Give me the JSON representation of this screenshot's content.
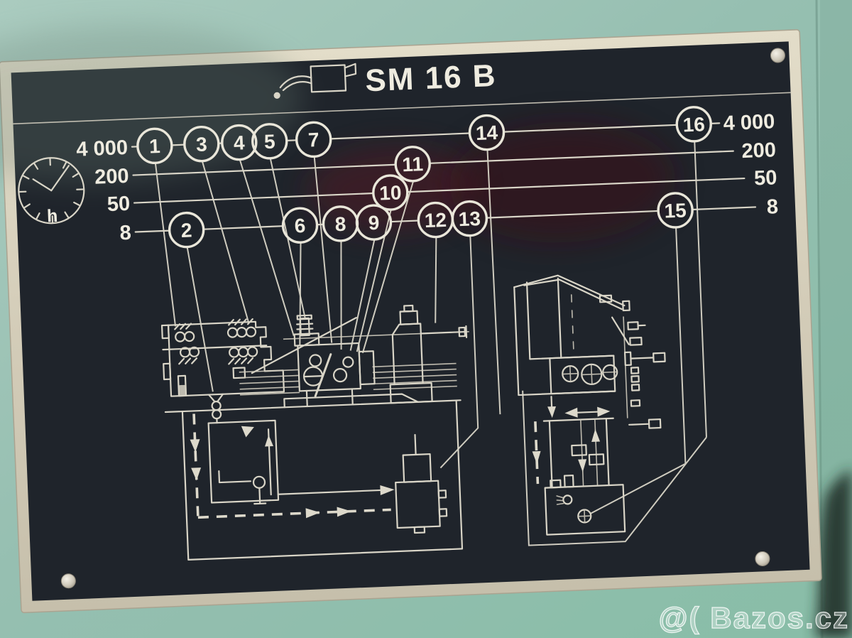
{
  "colors": {
    "machine_teal": "#93bcae",
    "plate_black": "#1f242b",
    "plate_edge_beige": "#d6cfbb",
    "linework_white": "#d9d5c7",
    "label_white": "#efece0"
  },
  "plate": {
    "title": "SM 16 B",
    "hours_unit": "h",
    "icons": [
      "oil-can-icon",
      "clock-icon"
    ],
    "numbers": [
      "1",
      "2",
      "3",
      "4",
      "5",
      "6",
      "7",
      "8",
      "9",
      "10",
      "11",
      "12",
      "13",
      "14",
      "15",
      "16"
    ],
    "intervals": {
      "left_labels": [
        "4 000",
        "200",
        "50",
        "8"
      ],
      "right_labels": [
        "4 000",
        "200",
        "50",
        "8"
      ],
      "rows": [
        {
          "hours": "4 000",
          "points": [
            "1",
            "3",
            "4",
            "5",
            "7",
            "14",
            "16"
          ]
        },
        {
          "hours": "200",
          "points": [
            "11"
          ]
        },
        {
          "hours": "50",
          "points": [
            "10"
          ]
        },
        {
          "hours": "8",
          "points": [
            "2",
            "6",
            "8",
            "9",
            "12",
            "13",
            "15"
          ]
        }
      ]
    }
  },
  "watermark": {
    "text": "@( Bazos.cz"
  }
}
